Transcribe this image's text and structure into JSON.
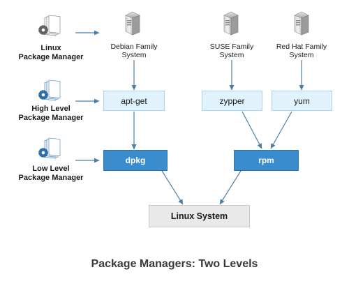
{
  "managers": {
    "linux": [
      "Linux",
      "Package Manager"
    ],
    "high": [
      "High Level",
      "Package Manager"
    ],
    "low": [
      "Low Level",
      "Package Manager"
    ]
  },
  "families": {
    "debian": [
      "Debian Family",
      "System"
    ],
    "suse": [
      "SUSE Family",
      "System"
    ],
    "redhat": [
      "Red Hat Family",
      "System"
    ]
  },
  "tools": {
    "apt_get": "apt-get",
    "zypper": "zypper",
    "yum": "yum",
    "dpkg": "dpkg",
    "rpm": "rpm"
  },
  "system_label": "Linux System",
  "caption": "Package Managers: Two Levels",
  "icons": {
    "package_manager": "gear-documents-icon",
    "server": "server-tower-icon"
  },
  "colors": {
    "high_level_fill": "#e0f2fc",
    "low_level_fill": "#3a8ccc",
    "system_fill": "#e9e9e9",
    "arrow": "#4d7fa6"
  }
}
